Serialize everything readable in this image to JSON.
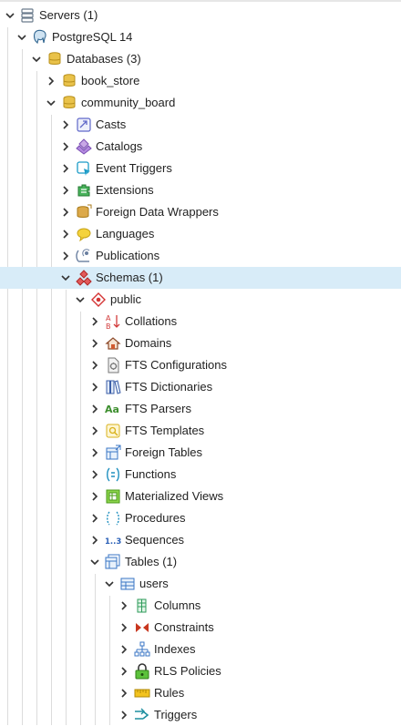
{
  "tree": {
    "servers": {
      "label": "Servers (1)",
      "icon": "servers-icon"
    },
    "postgres": {
      "label": "PostgreSQL 14",
      "icon": "elephant-icon"
    },
    "databases": {
      "label": "Databases (3)",
      "icon": "database-group-icon"
    },
    "book_store": {
      "label": "book_store",
      "icon": "database-icon"
    },
    "community_board": {
      "label": "community_board",
      "icon": "database-icon"
    },
    "casts": {
      "label": "Casts",
      "icon": "casts-icon"
    },
    "catalogs": {
      "label": "Catalogs",
      "icon": "catalogs-icon"
    },
    "event_triggers": {
      "label": "Event Triggers",
      "icon": "event-trigger-icon"
    },
    "extensions": {
      "label": "Extensions",
      "icon": "extensions-icon"
    },
    "fdw": {
      "label": "Foreign Data Wrappers",
      "icon": "fdw-icon"
    },
    "languages": {
      "label": "Languages",
      "icon": "languages-icon"
    },
    "publications": {
      "label": "Publications",
      "icon": "publications-icon"
    },
    "schemas": {
      "label": "Schemas (1)",
      "icon": "schemas-icon"
    },
    "public": {
      "label": "public",
      "icon": "schema-icon"
    },
    "collations": {
      "label": "Collations",
      "icon": "collations-icon"
    },
    "domains": {
      "label": "Domains",
      "icon": "domains-icon"
    },
    "fts_configurations": {
      "label": "FTS Configurations",
      "icon": "fts-config-icon"
    },
    "fts_dictionaries": {
      "label": "FTS Dictionaries",
      "icon": "fts-dictionary-icon"
    },
    "fts_parsers": {
      "label": "FTS Parsers",
      "icon": "fts-parser-icon",
      "icon_text": "Aa"
    },
    "fts_templates": {
      "label": "FTS Templates",
      "icon": "fts-template-icon"
    },
    "foreign_tables": {
      "label": "Foreign Tables",
      "icon": "foreign-table-icon"
    },
    "functions": {
      "label": "Functions",
      "icon": "functions-icon"
    },
    "materialized_views": {
      "label": "Materialized Views",
      "icon": "materialized-view-icon"
    },
    "procedures": {
      "label": "Procedures",
      "icon": "procedures-icon"
    },
    "sequences": {
      "label": "Sequences",
      "icon": "sequences-icon",
      "icon_text": "1..3"
    },
    "tables": {
      "label": "Tables (1)",
      "icon": "tables-icon"
    },
    "users": {
      "label": "users",
      "icon": "table-icon"
    },
    "columns": {
      "label": "Columns",
      "icon": "columns-icon"
    },
    "constraints": {
      "label": "Constraints",
      "icon": "constraints-icon"
    },
    "indexes": {
      "label": "Indexes",
      "icon": "indexes-icon"
    },
    "rls_policies": {
      "label": "RLS Policies",
      "icon": "rls-policy-icon"
    },
    "rules": {
      "label": "Rules",
      "icon": "rules-icon"
    },
    "triggers": {
      "label": "Triggers",
      "icon": "triggers-icon"
    }
  },
  "colors": {
    "selected_row": "#d8ecf8",
    "guide_line": "#dcdcdc",
    "text": "#222222"
  }
}
